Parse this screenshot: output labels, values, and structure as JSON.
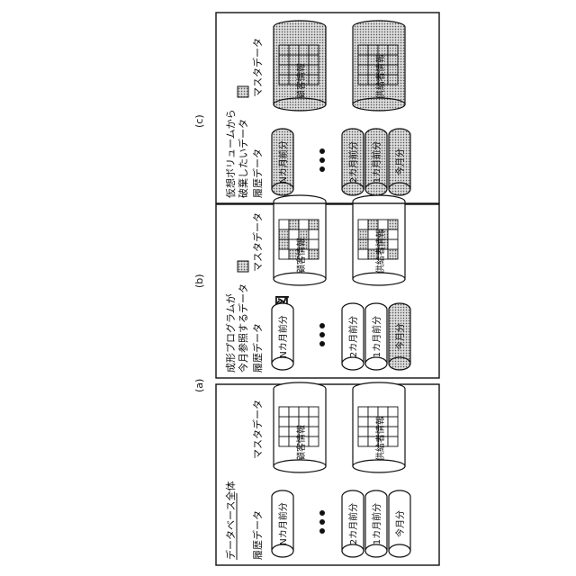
{
  "figure": {
    "title": "図 8"
  },
  "panels": [
    {
      "caption": "(a)",
      "heading": "データベース全体",
      "heading_sub": "",
      "rekishi_label": "履歴データ",
      "master_label": "マスタデータ",
      "history": [
        "Nカ月前分",
        "2カ月前分",
        "1カ月前分",
        "今月分"
      ],
      "history_shaded": [
        false,
        false,
        false,
        false
      ],
      "masters": [
        "顧客情報",
        "供給者情報"
      ],
      "master_shaded_cells": [],
      "master_shaded_body": false
    },
    {
      "caption": "(b)",
      "heading": "成形プログラムが",
      "heading_sub": "今月参照するデータ",
      "rekishi_label": "履歴データ",
      "master_label": "マスタデータ",
      "history": [
        "Nカ月前分",
        "2カ月前分",
        "1カ月前分",
        "今月分"
      ],
      "history_shaded": [
        false,
        false,
        false,
        true
      ],
      "masters": [
        "顧客情報",
        "供給者情報"
      ],
      "master_shaded_cells": [
        [
          0,
          1
        ],
        [
          0,
          2
        ],
        [
          1,
          0
        ],
        [
          1,
          3
        ],
        [
          2,
          1
        ],
        [
          2,
          2
        ],
        [
          3,
          0
        ],
        [
          3,
          3
        ]
      ],
      "master_shaded_body": false
    },
    {
      "caption": "(c)",
      "heading": "仮想ボリュームから",
      "heading_sub": "破棄したいデータ",
      "rekishi_label": "履歴データ",
      "master_label": "マスタデータ",
      "history": [
        "Nカ月前分",
        "2カ月前分",
        "1カ月前分",
        "今月分"
      ],
      "history_shaded": [
        true,
        true,
        true,
        true
      ],
      "masters": [
        "顧客情報",
        "供給者情報"
      ],
      "master_shaded_cells": [
        [
          0,
          0
        ],
        [
          0,
          1
        ],
        [
          0,
          2
        ],
        [
          0,
          3
        ],
        [
          1,
          0
        ],
        [
          1,
          1
        ],
        [
          1,
          2
        ],
        [
          1,
          3
        ],
        [
          2,
          0
        ],
        [
          2,
          1
        ],
        [
          2,
          2
        ],
        [
          2,
          3
        ],
        [
          3,
          0
        ],
        [
          3,
          1
        ],
        [
          3,
          2
        ],
        [
          3,
          3
        ]
      ],
      "master_shaded_body": true
    }
  ]
}
